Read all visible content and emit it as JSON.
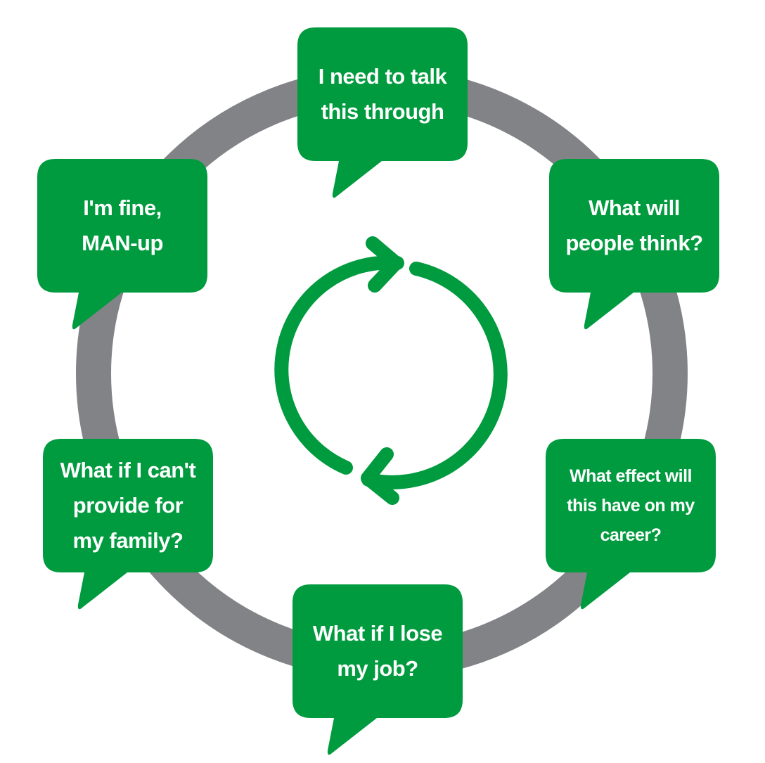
{
  "colors": {
    "bubble": "#009b3e",
    "ring": "#828386",
    "cycle_icon": "#009b3e",
    "text": "#ffffff",
    "background": "#ffffff"
  },
  "center_icon": "refresh-cycle-icon",
  "bubbles": [
    {
      "id": "talk",
      "text": "I need to talk\nthis through"
    },
    {
      "id": "people",
      "text": "What will\npeople think?"
    },
    {
      "id": "career",
      "text": "What effect will\nthis have on my\ncareer?"
    },
    {
      "id": "job",
      "text": "What if I lose\nmy job?"
    },
    {
      "id": "family",
      "text": "What if I can't\nprovide for\nmy family?"
    },
    {
      "id": "fine",
      "text": "I'm fine,\nMAN-up"
    }
  ]
}
